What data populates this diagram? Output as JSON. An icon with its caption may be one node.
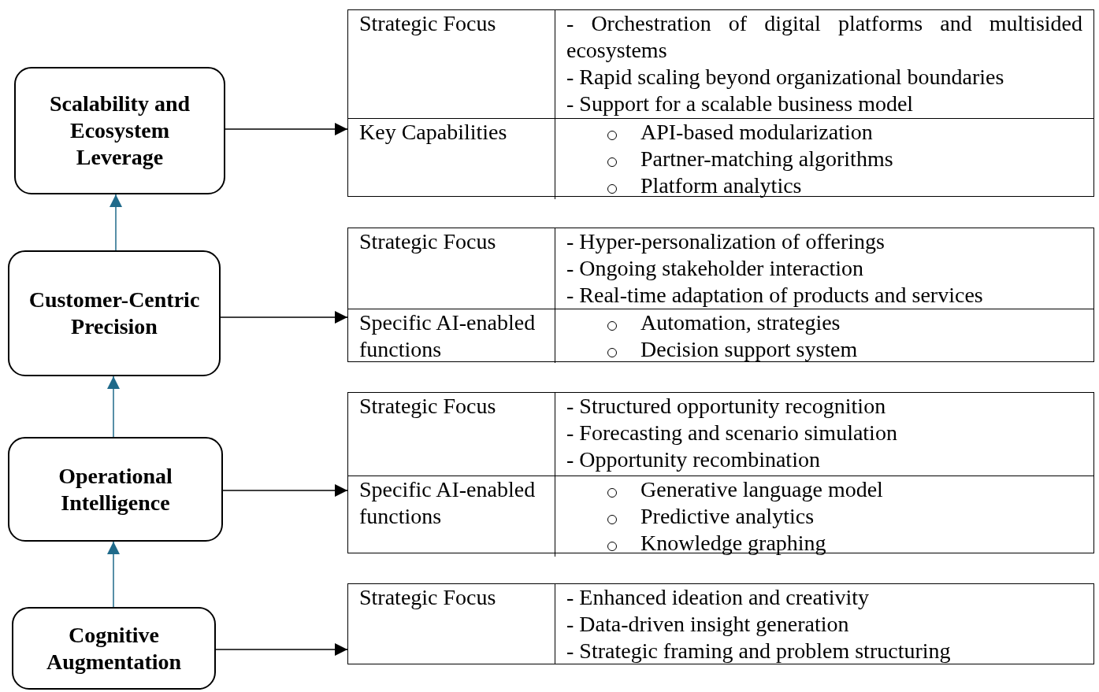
{
  "diagram": {
    "nodes": [
      {
        "text": [
          "Scalability and Ecosystem Leverage"
        ]
      },
      {
        "text": [
          "Strategic Focus",
          "- Orchestration of digital platforms and multisided ecosystems",
          "- Rapid scaling beyond organizational boundaries",
          "- Support for a scalable business model",
          "Key Capabilities",
          "API-based modularization",
          "Partner-matching algorithms",
          "Platform analytics"
        ]
      },
      {
        "text": [
          "Customer-Centric Precision"
        ]
      },
      {
        "text": [
          "Strategic Focus",
          "- Hyper-personalization of offerings",
          "- Ongoing stakeholder interaction",
          "- Real-time adaptation of products and services",
          "Specific AI-enabled functions",
          "Automation, strategies",
          "Decision support system"
        ]
      },
      {
        "text": [
          "Operational Intelligence"
        ]
      },
      {
        "text": [
          "Strategic Focus",
          "- Structured opportunity recognition",
          "- Forecasting and scenario simulation",
          "- Opportunity recombination",
          "Specific AI-enabled functions",
          "Generative language model",
          "Predictive analytics",
          "Knowledge graphing"
        ]
      },
      {
        "text": [
          "Cognitive Augmentation"
        ]
      },
      {
        "text": [
          "Strategic Focus",
          "- Enhanced ideation and creativity",
          "- Data-driven insight generation",
          "- Strategic framing and problem structuring"
        ]
      }
    ],
    "edges": [
      {
        "from": 0,
        "to": 1,
        "arrow": "to"
      },
      {
        "from": 2,
        "to": 3,
        "arrow": "to"
      },
      {
        "from": 4,
        "to": 5,
        "arrow": "to"
      },
      {
        "from": 6,
        "to": 7,
        "arrow": "to"
      },
      {
        "from": 2,
        "to": 0,
        "arrow": "to",
        "color": "#1f6a8a"
      },
      {
        "from": 4,
        "to": 2,
        "arrow": "to",
        "color": "#1f6a8a"
      },
      {
        "from": 6,
        "to": 4,
        "arrow": "to",
        "color": "#1f6a8a"
      }
    ]
  }
}
